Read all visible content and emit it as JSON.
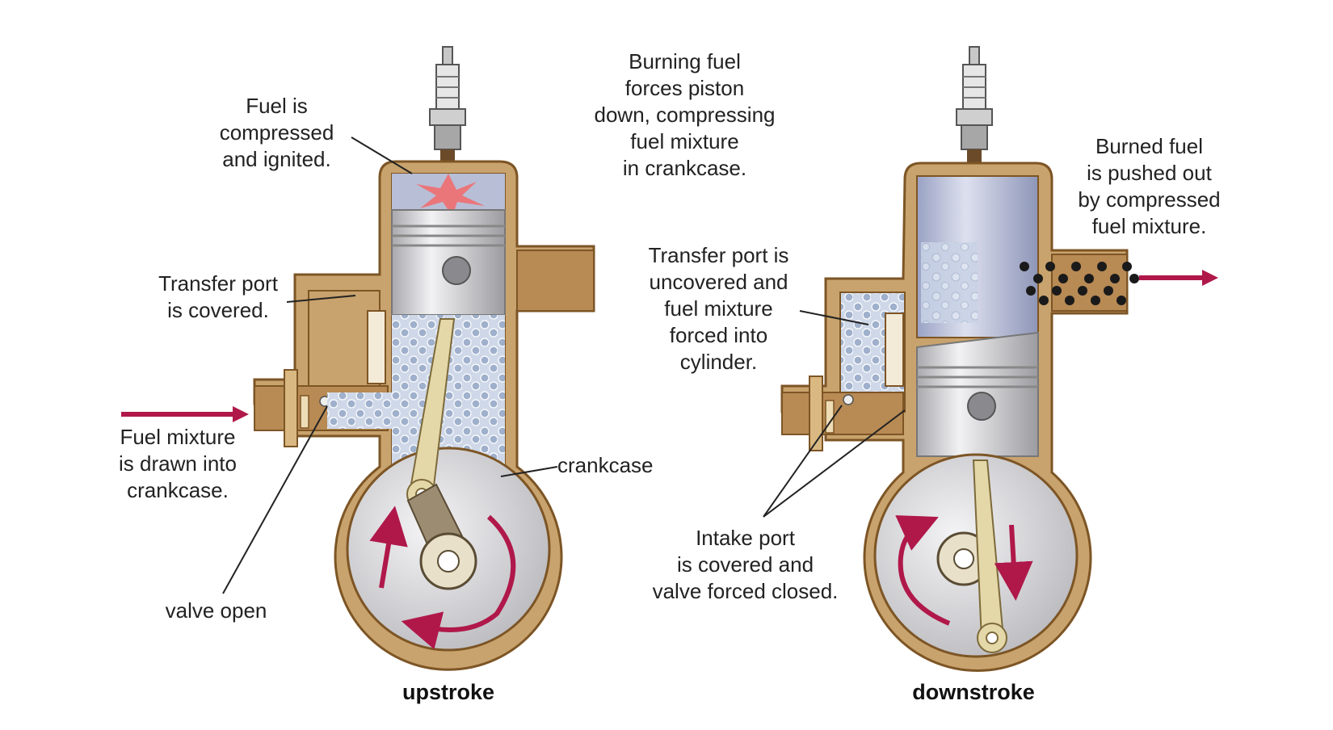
{
  "labels": {
    "fuel_compressed": [
      "Fuel is",
      "compressed",
      "and ignited."
    ],
    "burning_fuel": [
      "Burning fuel",
      "forces piston",
      "down, compressing",
      "fuel mixture",
      "in crankcase."
    ],
    "burned_fuel": [
      "Burned fuel",
      "is pushed out",
      "by compressed",
      "fuel mixture."
    ],
    "transfer_covered": [
      "Transfer port",
      "is covered."
    ],
    "transfer_uncovered": [
      "Transfer port is",
      "uncovered and",
      "fuel mixture",
      "forced into",
      "cylinder."
    ],
    "fuel_drawn": [
      "Fuel mixture",
      "is drawn into",
      "crankcase."
    ],
    "crankcase": [
      "crankcase"
    ],
    "valve_open": [
      "valve open"
    ],
    "intake_covered": [
      "Intake port",
      "is covered and",
      "valve forced closed."
    ]
  },
  "captions": {
    "upstroke": "upstroke",
    "downstroke": "downstroke"
  },
  "colors": {
    "casing": "#c8a06a",
    "casing_outline": "#8a5c2a",
    "piston": "#d4d4d6",
    "bubbles": "#aab8d0",
    "arrow": "#b0184a",
    "exhaust": "#1a1a1a"
  }
}
